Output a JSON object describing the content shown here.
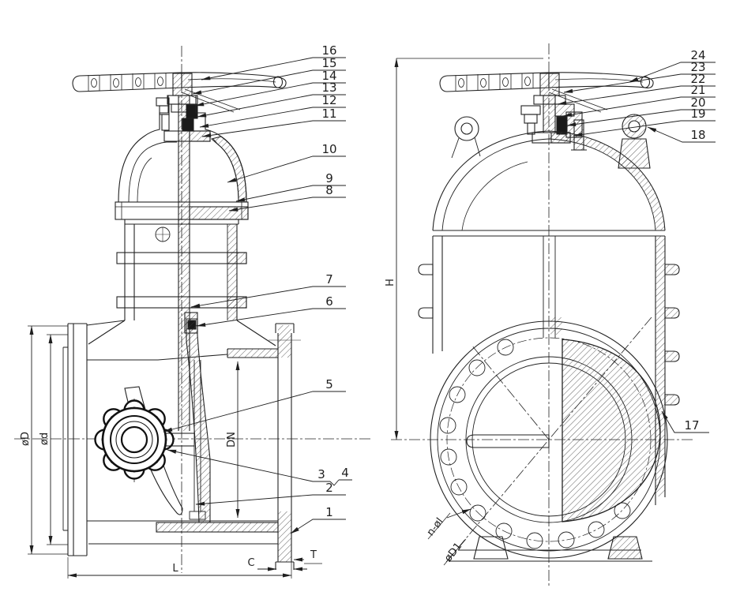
{
  "callouts": {
    "left": [
      "16",
      "15",
      "14",
      "13",
      "12",
      "11",
      "10",
      "9",
      "8",
      "7",
      "6",
      "5",
      "3",
      "4",
      "2",
      "1"
    ],
    "right": [
      "24",
      "23",
      "22",
      "21",
      "20",
      "19",
      "18",
      "17"
    ]
  },
  "dimensions": {
    "flange_outer_dia": "øD",
    "raised_face_dia": "ød",
    "nominal_dia": "DN",
    "height": "H",
    "face_to_face": "L",
    "dim_c": "C",
    "flange_thickness": "T",
    "bolt_holes": "n-øl",
    "bolt_circle_dia": "øD1"
  },
  "colors": {
    "line": "#1f1f1f",
    "background": "#ffffff"
  }
}
